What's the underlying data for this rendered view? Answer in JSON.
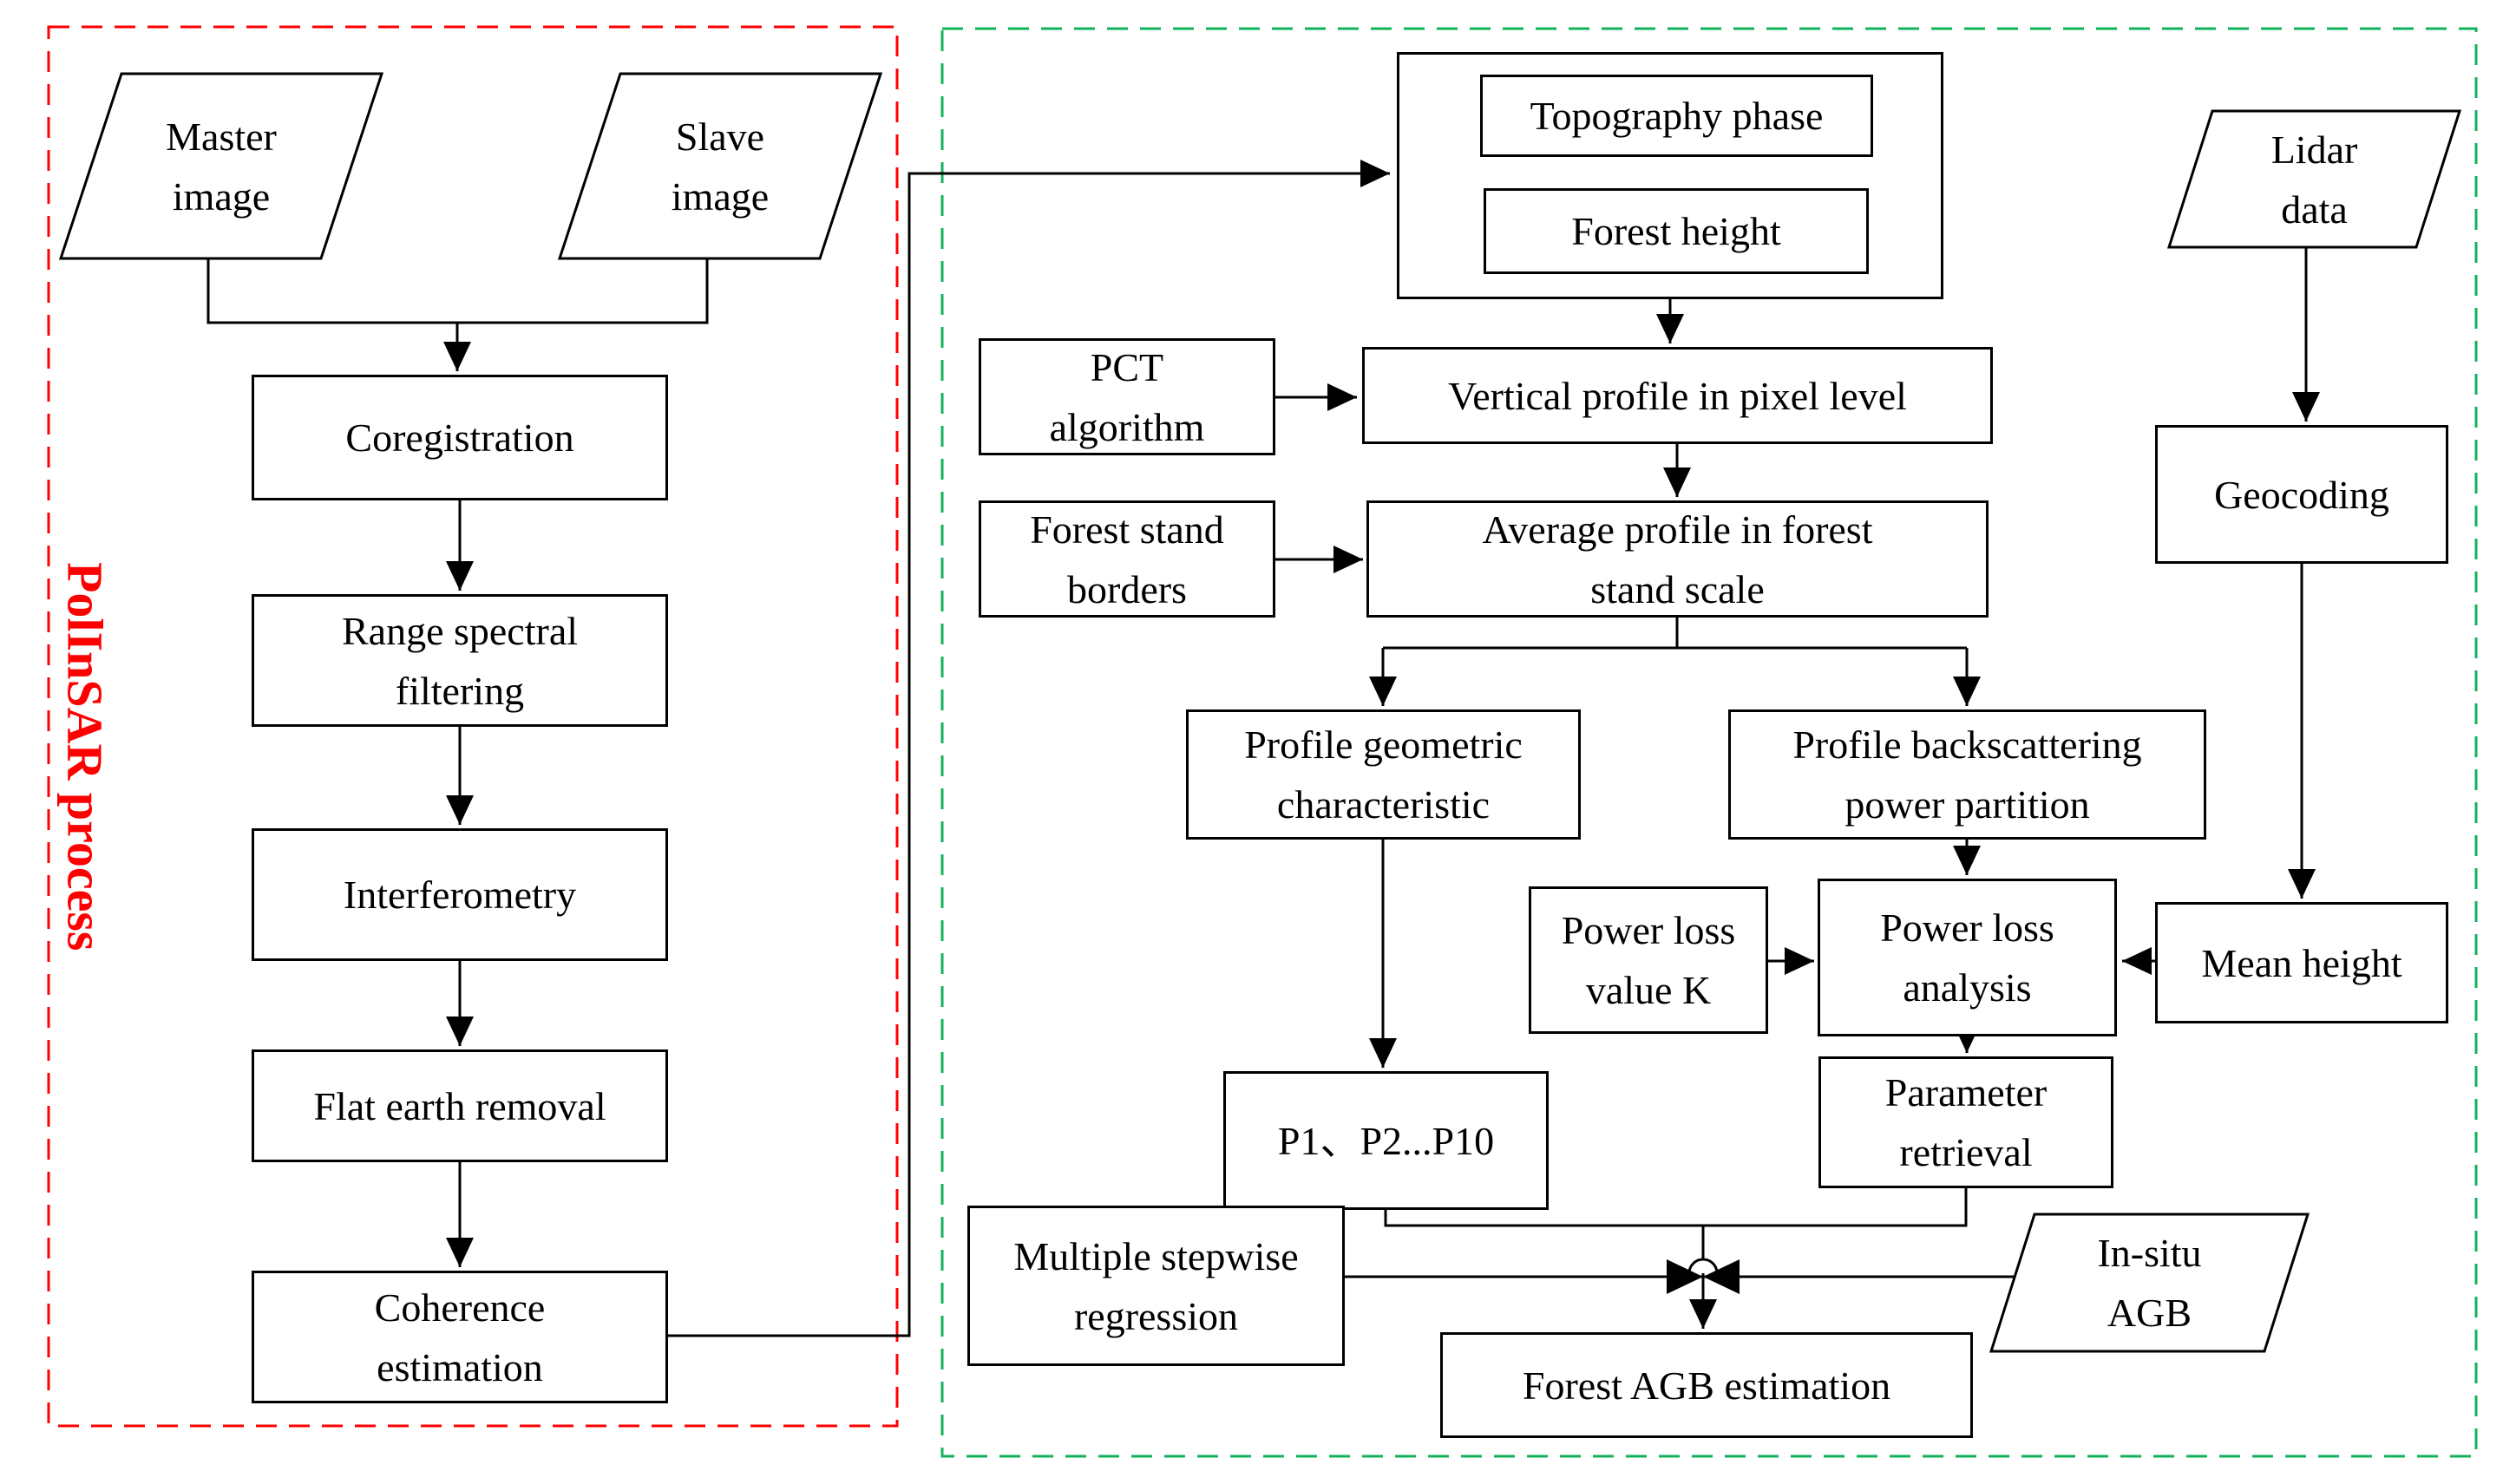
{
  "figure": {
    "type": "flowchart",
    "process_group_label": "PolInSAR process"
  },
  "colors": {
    "process_border": "#fe0000",
    "process_label": "#fe0000",
    "estimation_border": "#12b25a",
    "line": "#000000",
    "background": "#ffffff"
  },
  "polinsar": {
    "label": "PolInSAR process",
    "nodes": {
      "master": {
        "label": "Master\nimage"
      },
      "slave": {
        "label": "Slave\nimage"
      },
      "coregistration": {
        "label": "Coregistration"
      },
      "range_spectral_filtering": {
        "label": "Range spectral\nfiltering"
      },
      "interferometry": {
        "label": "Interferometry"
      },
      "flat_earth_removal": {
        "label": "Flat earth removal"
      },
      "coherence_estimation": {
        "label": "Coherence\nestimation"
      }
    }
  },
  "estimation": {
    "nodes": {
      "topography_phase": {
        "label": "Topography phase"
      },
      "forest_height": {
        "label": "Forest height"
      },
      "pct_algorithm": {
        "label": "PCT\nalgorithm"
      },
      "vertical_profile": {
        "label": "Vertical profile in pixel level"
      },
      "forest_stand_borders": {
        "label": "Forest stand\nborders"
      },
      "average_profile": {
        "label": "Average profile in forest\nstand scale"
      },
      "profile_geometric": {
        "label": "Profile geometric\ncharacteristic"
      },
      "profile_backscattering": {
        "label": "Profile backscattering\npower partition"
      },
      "power_loss_value_k": {
        "label": "Power loss\nvalue K"
      },
      "power_loss_analysis": {
        "label": "Power loss\nanalysis"
      },
      "p_variables": {
        "label": "P1、P2...P10"
      },
      "parameter_retrieval": {
        "label": "Parameter\nretrieval"
      },
      "multiple_stepwise_regression": {
        "label": "Multiple stepwise\nregression"
      },
      "forest_agb_estimation": {
        "label": "Forest AGB estimation"
      },
      "in_situ_agb": {
        "label": "In-situ\nAGB"
      },
      "lidar_data": {
        "label": "Lidar\ndata"
      },
      "geocoding": {
        "label": "Geocoding"
      },
      "mean_height": {
        "label": "Mean height"
      }
    }
  }
}
